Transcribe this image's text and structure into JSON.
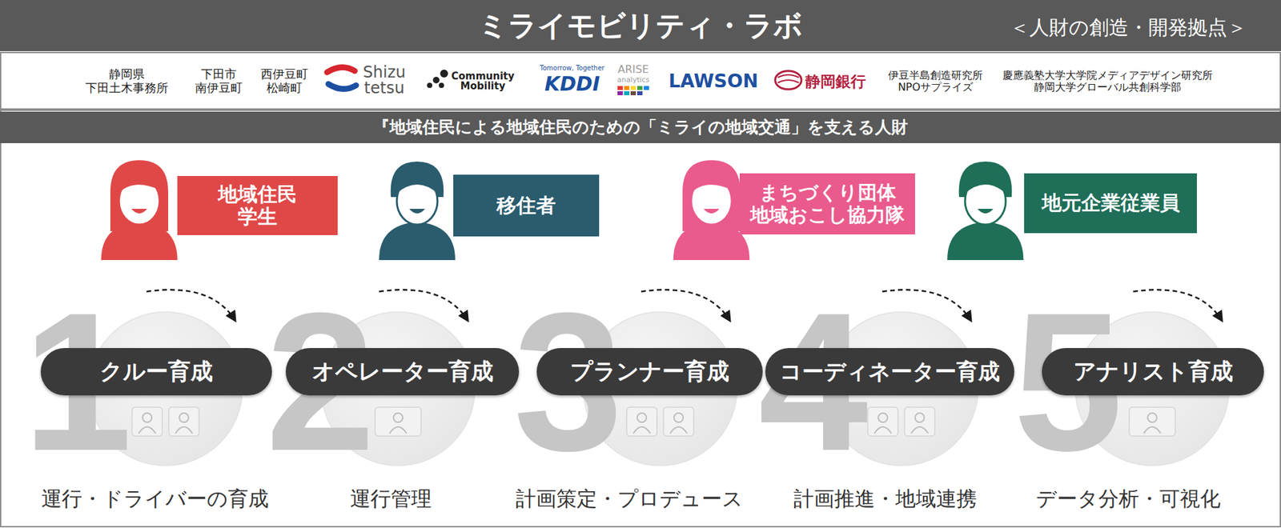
{
  "diagram": {
    "title": "ミライモビリティ・ラボ",
    "nodes": [
      {
        "text": [
          "『地域住民による地域住民のための「ミライの地域交通」を支える人財"
        ]
      },
      {
        "text": [
          "地域住民 学生"
        ]
      },
      {
        "text": [
          "移住者"
        ]
      },
      {
        "text": [
          "まちづくり団体 地域おこし協力隊"
        ]
      },
      {
        "text": [
          "地元企業従業員"
        ]
      },
      {
        "text": [
          "クルー育成"
        ]
      },
      {
        "text": [
          "オペレーター育成"
        ]
      },
      {
        "text": [
          "プランナー育成"
        ]
      },
      {
        "text": [
          "コーディネーター育成"
        ]
      },
      {
        "text": [
          "アナリスト育成"
        ]
      }
    ],
    "labels": [
      "＜人財の創造・開発拠点＞",
      "静岡県 下田土木事務所",
      "下田市 南伊豆町",
      "西伊豆町 松崎町",
      "Shizu tetsu",
      "Community Mobility",
      "Tomorrow, Together",
      "KDDI",
      "ARISE",
      "analytics",
      "LAWSON",
      "静岡銀行",
      "伊豆半島創造研究所 NPOサプライズ",
      "慶應義塾大学大学院メディアデザイン研究所 静岡大学グローバル共創科学部",
      "1",
      "2",
      "3",
      "4",
      "5",
      "運行・ドライバーの育成",
      "運行管理",
      "計画策定・プロデュース",
      "計画推進・地域連携",
      "データ分析・可視化"
    ]
  }
}
